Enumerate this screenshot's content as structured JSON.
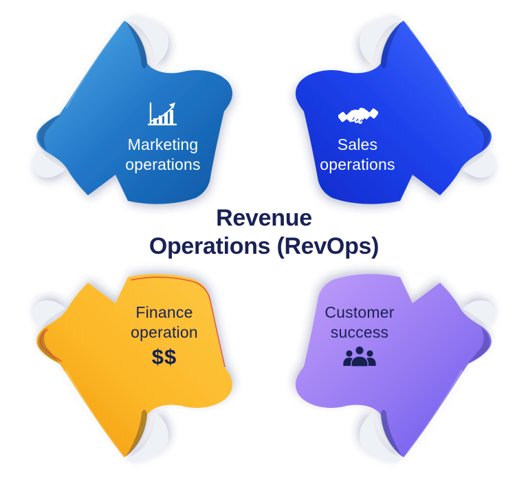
{
  "title": {
    "line1": "Revenue",
    "line2": "Operations (RevOps)"
  },
  "segments": {
    "marketing": {
      "line1": "Marketing",
      "line2": "operations",
      "icon": "bar-chart-growth-icon",
      "color_start": "#46a0e0",
      "color_end": "#1160ae",
      "text_color": "#ffffff"
    },
    "sales": {
      "line1": "Sales",
      "line2": "operations",
      "icon": "handshake-icon",
      "color_start": "#3a63fa",
      "color_end": "#1130d2",
      "text_color": "#ffffff"
    },
    "finance": {
      "line1": "Finance",
      "line2": "operation",
      "badge": "$$",
      "icon": "dollar-signs-text",
      "color_start": "#ffd65c",
      "color_end": "#f29a10",
      "accent_color": "#e34b30",
      "text_color": "#1a2156"
    },
    "customer": {
      "line1": "Customer",
      "line2": "success",
      "icon": "people-group-icon",
      "color_start": "#b897f8",
      "color_end": "#6c5ced",
      "text_color": "#1a2156"
    }
  },
  "colors": {
    "background": "#ffffff",
    "title_text": "#1a2156"
  }
}
